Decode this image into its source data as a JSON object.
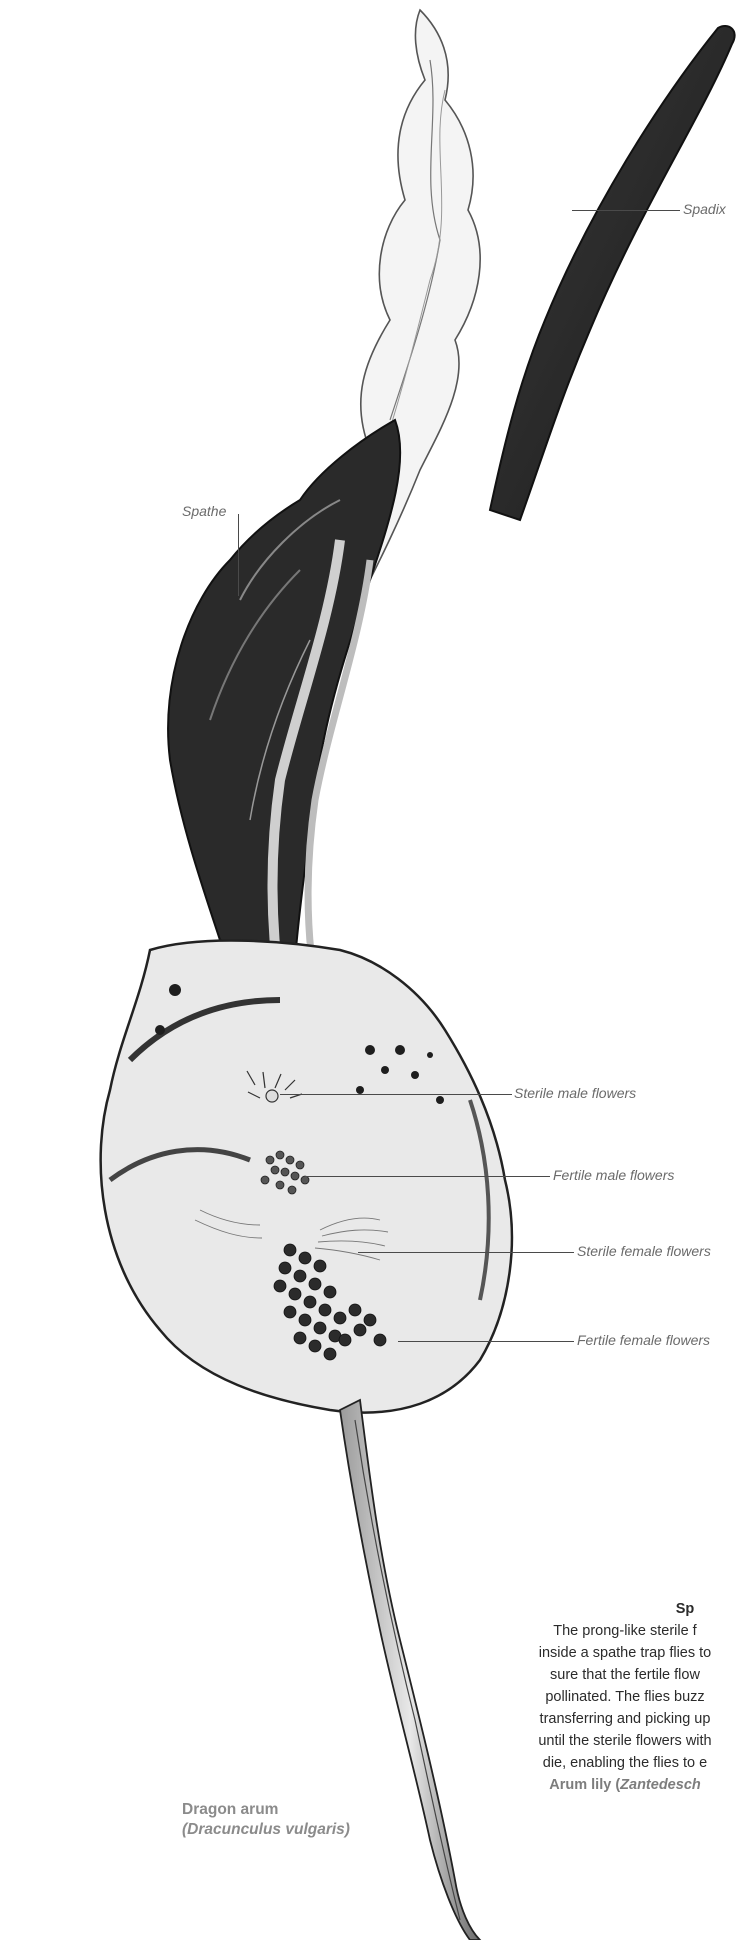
{
  "labels": {
    "spadix": "Spadix",
    "spathe": "Spathe",
    "sterile_male": "Sterile male flowers",
    "fertile_male": "Fertile male flowers",
    "sterile_female": "Sterile female flowers",
    "fertile_female": "Fertile female flowers"
  },
  "caption": {
    "common_name": "Dragon arum",
    "latin_name": "(Dracunculus vulgaris)"
  },
  "sidebar": {
    "title": "Sp",
    "lines": [
      "The prong-like sterile f",
      "inside a spathe trap flies to",
      "sure that the fertile flow",
      "pollinated. The flies buzz",
      "transferring and picking up",
      "until the sterile flowers with",
      "die, enabling the flies to e"
    ],
    "ref_common": "Arum lily (",
    "ref_latin": "Zantedesch"
  }
}
